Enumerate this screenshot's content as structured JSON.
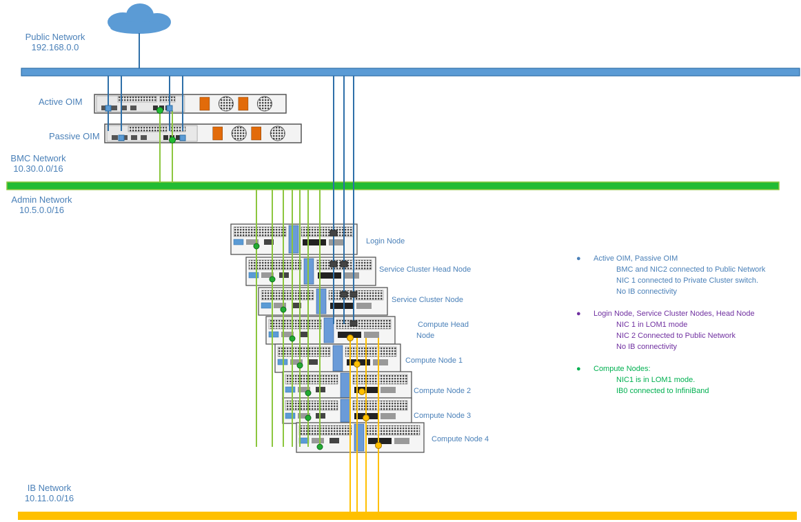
{
  "cloud": {
    "icon": "cloud-icon"
  },
  "networks": {
    "public": {
      "name": "Public Network",
      "subnet": "192.168.0.0",
      "color": "#5b9bd5"
    },
    "bmc": {
      "name": "BMC Network",
      "subnet": "10.30.0.0/16",
      "color": "#22bb33"
    },
    "admin": {
      "name": "Admin Network",
      "subnet": "10.5.0.0/16",
      "color": "#8cc63e"
    },
    "ib": {
      "name": "IB Network",
      "subnet": "10.11.0.0/16",
      "color": "#ffc000"
    }
  },
  "servers": {
    "active_oim": "Active OIM",
    "passive_oim": "Passive OIM",
    "login": "Login Node",
    "service_head": "Service Cluster Head Node",
    "service": "Service Cluster Node",
    "compute_head_1": "Compute Head",
    "compute_head_2": "Node",
    "compute1": "Compute Node 1",
    "compute2": "Compute Node 2",
    "compute3": "Compute Node 3",
    "compute4": "Compute Node 4"
  },
  "legend": [
    {
      "color": "#4a80b8",
      "title": "Active OIM, Passive OIM",
      "lines": [
        "BMC and NIC2 connected to Public Network",
        "NIC 1 connected to Private Cluster switch.",
        "No IB connectivity"
      ]
    },
    {
      "color": "#7030a0",
      "title": "Login Node, Service Cluster Nodes, Head Node",
      "lines": [
        "NIC 1 in LOM1 mode",
        "NIC 2 Connected to Public Network",
        "No IB connectivity"
      ]
    },
    {
      "color": "#00b050",
      "title": "Compute Nodes:",
      "lines": [
        "NIC1 is in LOM1 mode.",
        "IB0 connected to InfiniBand"
      ]
    }
  ]
}
